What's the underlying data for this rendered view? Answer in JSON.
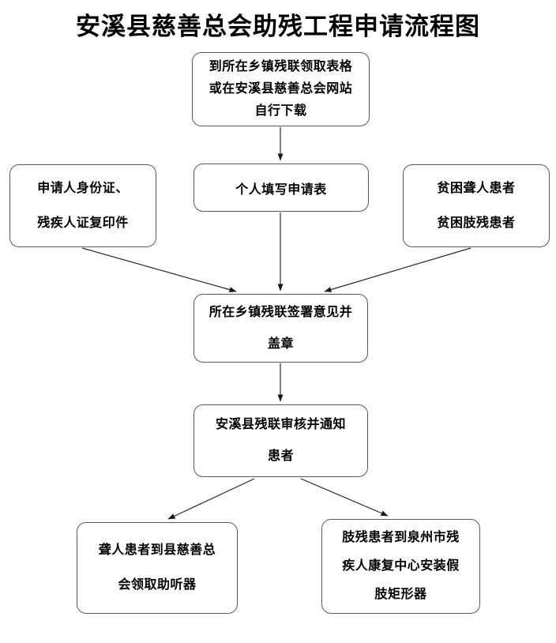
{
  "title": "安溪县慈善总会助残工程申请流程图",
  "flowchart": {
    "nodes": {
      "get_form": {
        "lines": [
          "到所在乡镇残联领取表格",
          "或在安溪县慈善总会网站",
          "自行下载"
        ]
      },
      "fill_form": {
        "lines": [
          "个人填写申请表"
        ]
      },
      "id_documents": {
        "lines": [
          "申请人身份证、",
          "残疾人证复印件"
        ]
      },
      "eligible_patients": {
        "lines": [
          "贫困聋人患者",
          "贫困肢残患者"
        ]
      },
      "township_sign": {
        "lines": [
          "所在乡镇残联签署意见并",
          "盖章"
        ]
      },
      "county_review": {
        "lines": [
          "安溪县残联审核并通知",
          "患者"
        ]
      },
      "deaf_outcome": {
        "lines": [
          "聋人患者到县慈善总",
          "会领取助听器"
        ]
      },
      "limb_outcome": {
        "lines": [
          "肢残患者到泉州市残",
          "疾人康复中心安装假",
          "肢矩形器"
        ]
      }
    }
  },
  "colors": {
    "background": "#ffffff",
    "text": "#000000",
    "node_border": "#595959",
    "arrow": "#2b2b2b"
  }
}
